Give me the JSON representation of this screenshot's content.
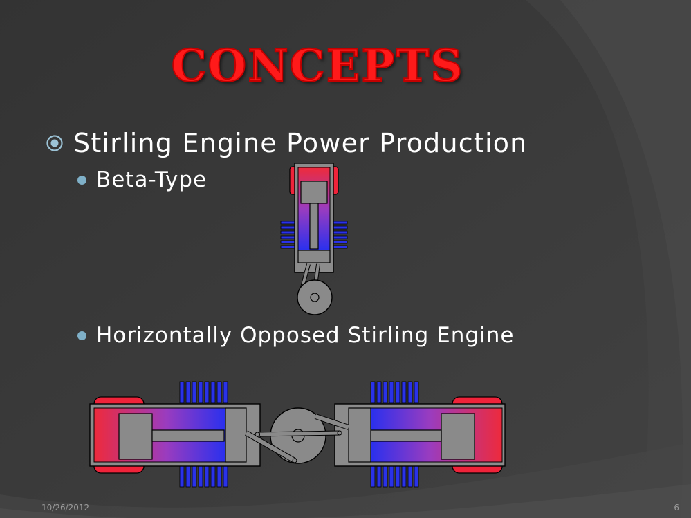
{
  "slide": {
    "title": "CONCEPTS",
    "bullets": [
      {
        "text": "Stirling Engine Power Production",
        "sub": [
          {
            "text": "Beta-Type"
          },
          {
            "text": "Horizontally Opposed Stirling Engine"
          }
        ]
      }
    ],
    "footer": {
      "date": "10/26/2012",
      "page_number": "6"
    }
  },
  "colors": {
    "title": "#ff1a1a",
    "background": "#3b3b3b",
    "text": "#ffffff",
    "bullet_dot": "#7fb0c8",
    "hot": "#f0233a",
    "cold": "#2a32e8",
    "metal": "#8a8a8a"
  },
  "icons": {
    "level1_bullet": "circled-dot-icon",
    "level2_bullet": "filled-dot-icon"
  }
}
